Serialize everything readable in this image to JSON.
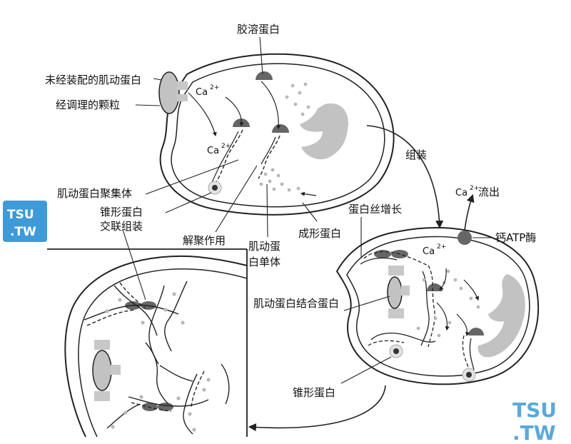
{
  "labels": {
    "gelsolin": "胶溶蛋白",
    "unassembled_actin": "未经装配的肌动蛋白",
    "conditioned_granule": "经调理的颗粒",
    "actin_aggregate": "肌动蛋白聚集体",
    "cone_protein_crosslink_1": "锥形蛋白",
    "cone_protein_crosslink_2": "交联组装",
    "depolymerization": "解聚作用",
    "actin_monomer_1": "肌动蛋",
    "actin_monomer_2": "白单体",
    "profilin": "成形蛋白",
    "assembly": "组装",
    "ca_efflux": "流出",
    "filament_growth": "蛋白丝增长",
    "calcium_atpase": "钙ATP酶",
    "actin_binding_protein": "肌动蛋白结合蛋白",
    "cone_protein": "锥形蛋白"
  },
  "ions": {
    "ca": "Ca",
    "charge": "2+"
  },
  "watermark": {
    "line1": "TSU",
    "line2": ".TW"
  },
  "colors": {
    "stroke": "#222222",
    "gel_gray": "#bdbdbd",
    "dark_cap": "#666666",
    "dot": "#b8b8b8",
    "watermark": "#3f9ad8"
  }
}
